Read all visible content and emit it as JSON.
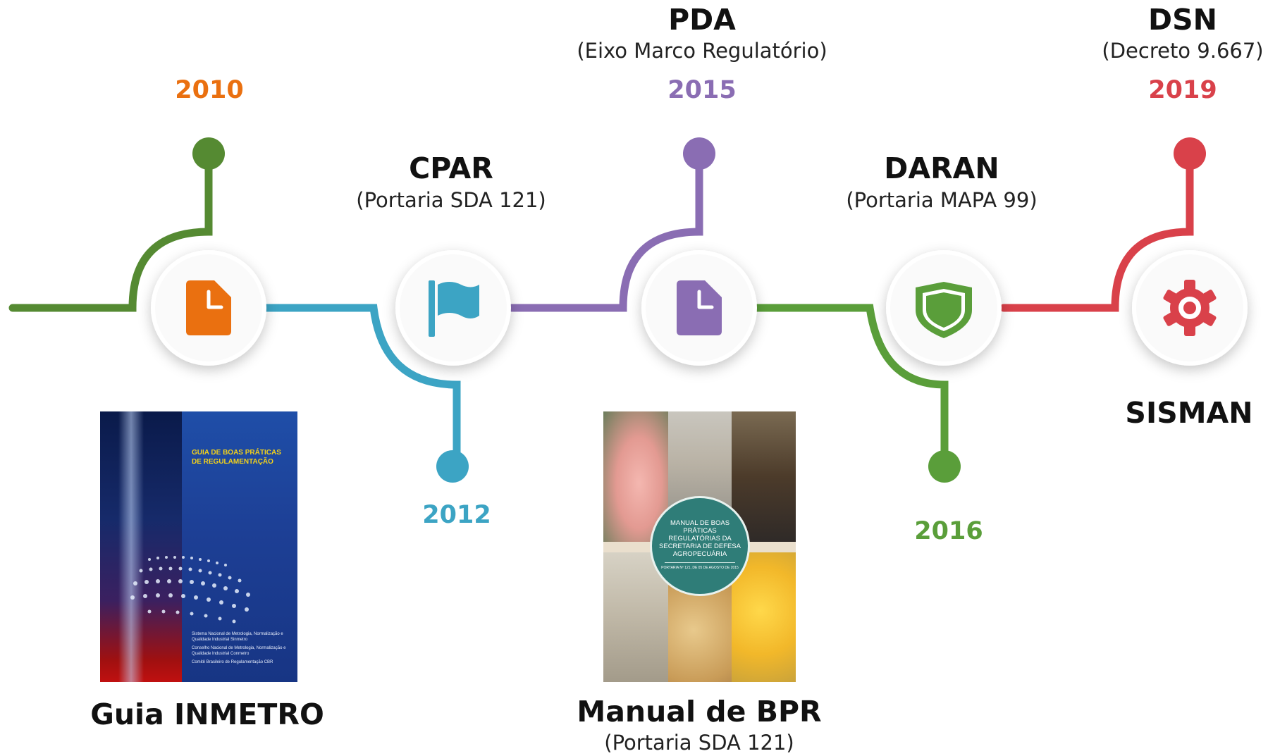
{
  "milestones": [
    {
      "id": "2010",
      "year": "2010",
      "color": "#ea7010",
      "line_color": "#558a32",
      "icon": "file-icon",
      "title": "Guia INMETRO",
      "subtitle": "",
      "image": "guia-inmetro-cover"
    },
    {
      "id": "2012",
      "year": "2012",
      "color": "#3ca4c4",
      "line_color": "#3ca4c4",
      "icon": "flag-icon",
      "title": "CPAR",
      "subtitle": "(Portaria SDA 121)"
    },
    {
      "id": "2015",
      "year": "2015",
      "color": "#8a6db3",
      "line_color": "#8a6db3",
      "icon": "file-icon",
      "title": "PDA",
      "subtitle": "(Eixo Marco Regulatório)",
      "image": "manual-bpr-cover",
      "image_title": "Manual de BPR",
      "image_subtitle": "(Portaria SDA 121)"
    },
    {
      "id": "2016",
      "year": "2016",
      "color": "#5a9e3a",
      "line_color": "#5a9e3a",
      "icon": "shield-icon",
      "title": "DARAN",
      "subtitle": "(Portaria MAPA 99)"
    },
    {
      "id": "2019",
      "year": "2019",
      "color": "#d9414a",
      "line_color": "#d9414a",
      "icon": "gear-icon",
      "title": "DSN",
      "subtitle": "(Decreto 9.667)",
      "bottom_title": "SISMAN"
    }
  ],
  "covers": {
    "guia": {
      "title": "GUIA DE BOAS PRÁTICAS DE REGULAMENTAÇÃO",
      "footer": [
        "Sistema Nacional de Metrologia, Normalização e Qualidade Industrial Sinmetro",
        "Conselho Nacional de Metrologia, Normalização e Qualidade Industrial Conmetro",
        "Comitê Brasileiro de Regulamentação CBR"
      ]
    },
    "bpr": {
      "title": "MANUAL DE BOAS PRÁTICAS REGULATÓRIAS DA SECRETARIA DE DEFESA AGROPECUÁRIA",
      "subtitle": "PORTARIA Nº 121, DE 05 DE AGOSTO DE 2015"
    }
  }
}
